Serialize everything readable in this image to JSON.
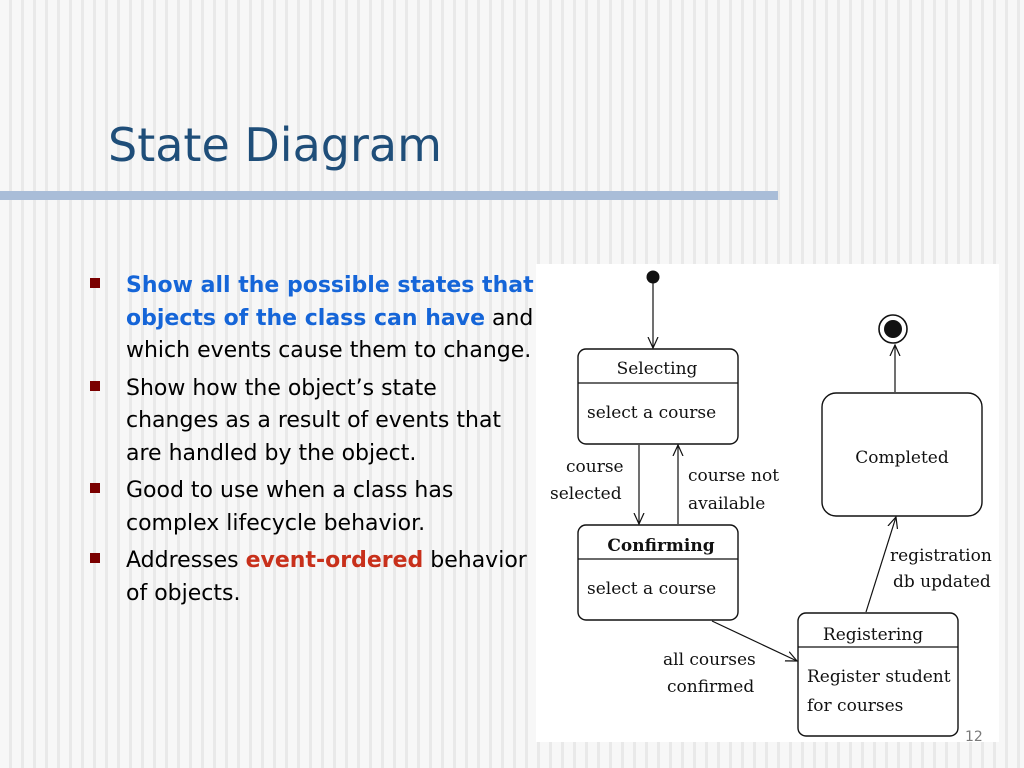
{
  "slide": {
    "title": "State Diagram",
    "slide_number": "12",
    "bullets": [
      {
        "runs": [
          {
            "text": "Show all the possible states that objects of the class can have",
            "style": "blue"
          },
          {
            "text": " and which events cause them to change.",
            "style": "normal"
          }
        ]
      },
      {
        "runs": [
          {
            "text": "Show how the object’s state changes as a result of events that are handled by the object.",
            "style": "normal"
          }
        ]
      },
      {
        "runs": [
          {
            "text": "Good to use when a class has complex lifecycle behavior.",
            "style": "normal"
          }
        ]
      },
      {
        "runs": [
          {
            "text": "Addresses ",
            "style": "normal"
          },
          {
            "text": "event-ordered",
            "style": "red"
          },
          {
            "text": " behavior of objects.",
            "style": "normal"
          }
        ]
      }
    ]
  },
  "diagram": {
    "states": {
      "selecting": {
        "name": "Selecting",
        "activity": "select a course"
      },
      "confirming": {
        "name": "Confirming",
        "activity": "select a course"
      },
      "registering": {
        "name": "Registering",
        "activity_line1": "Register student",
        "activity_line2": "for courses"
      },
      "completed": {
        "name": "Completed"
      }
    },
    "transitions": {
      "course_selected": {
        "line1": "course",
        "line2": "selected"
      },
      "course_not_available": {
        "line1": "course not",
        "line2": "available"
      },
      "all_courses_confirmed": {
        "line1": "all courses",
        "line2": "confirmed"
      },
      "registration_db_updated": {
        "line1": "registration",
        "line2": "db updated"
      }
    }
  }
}
